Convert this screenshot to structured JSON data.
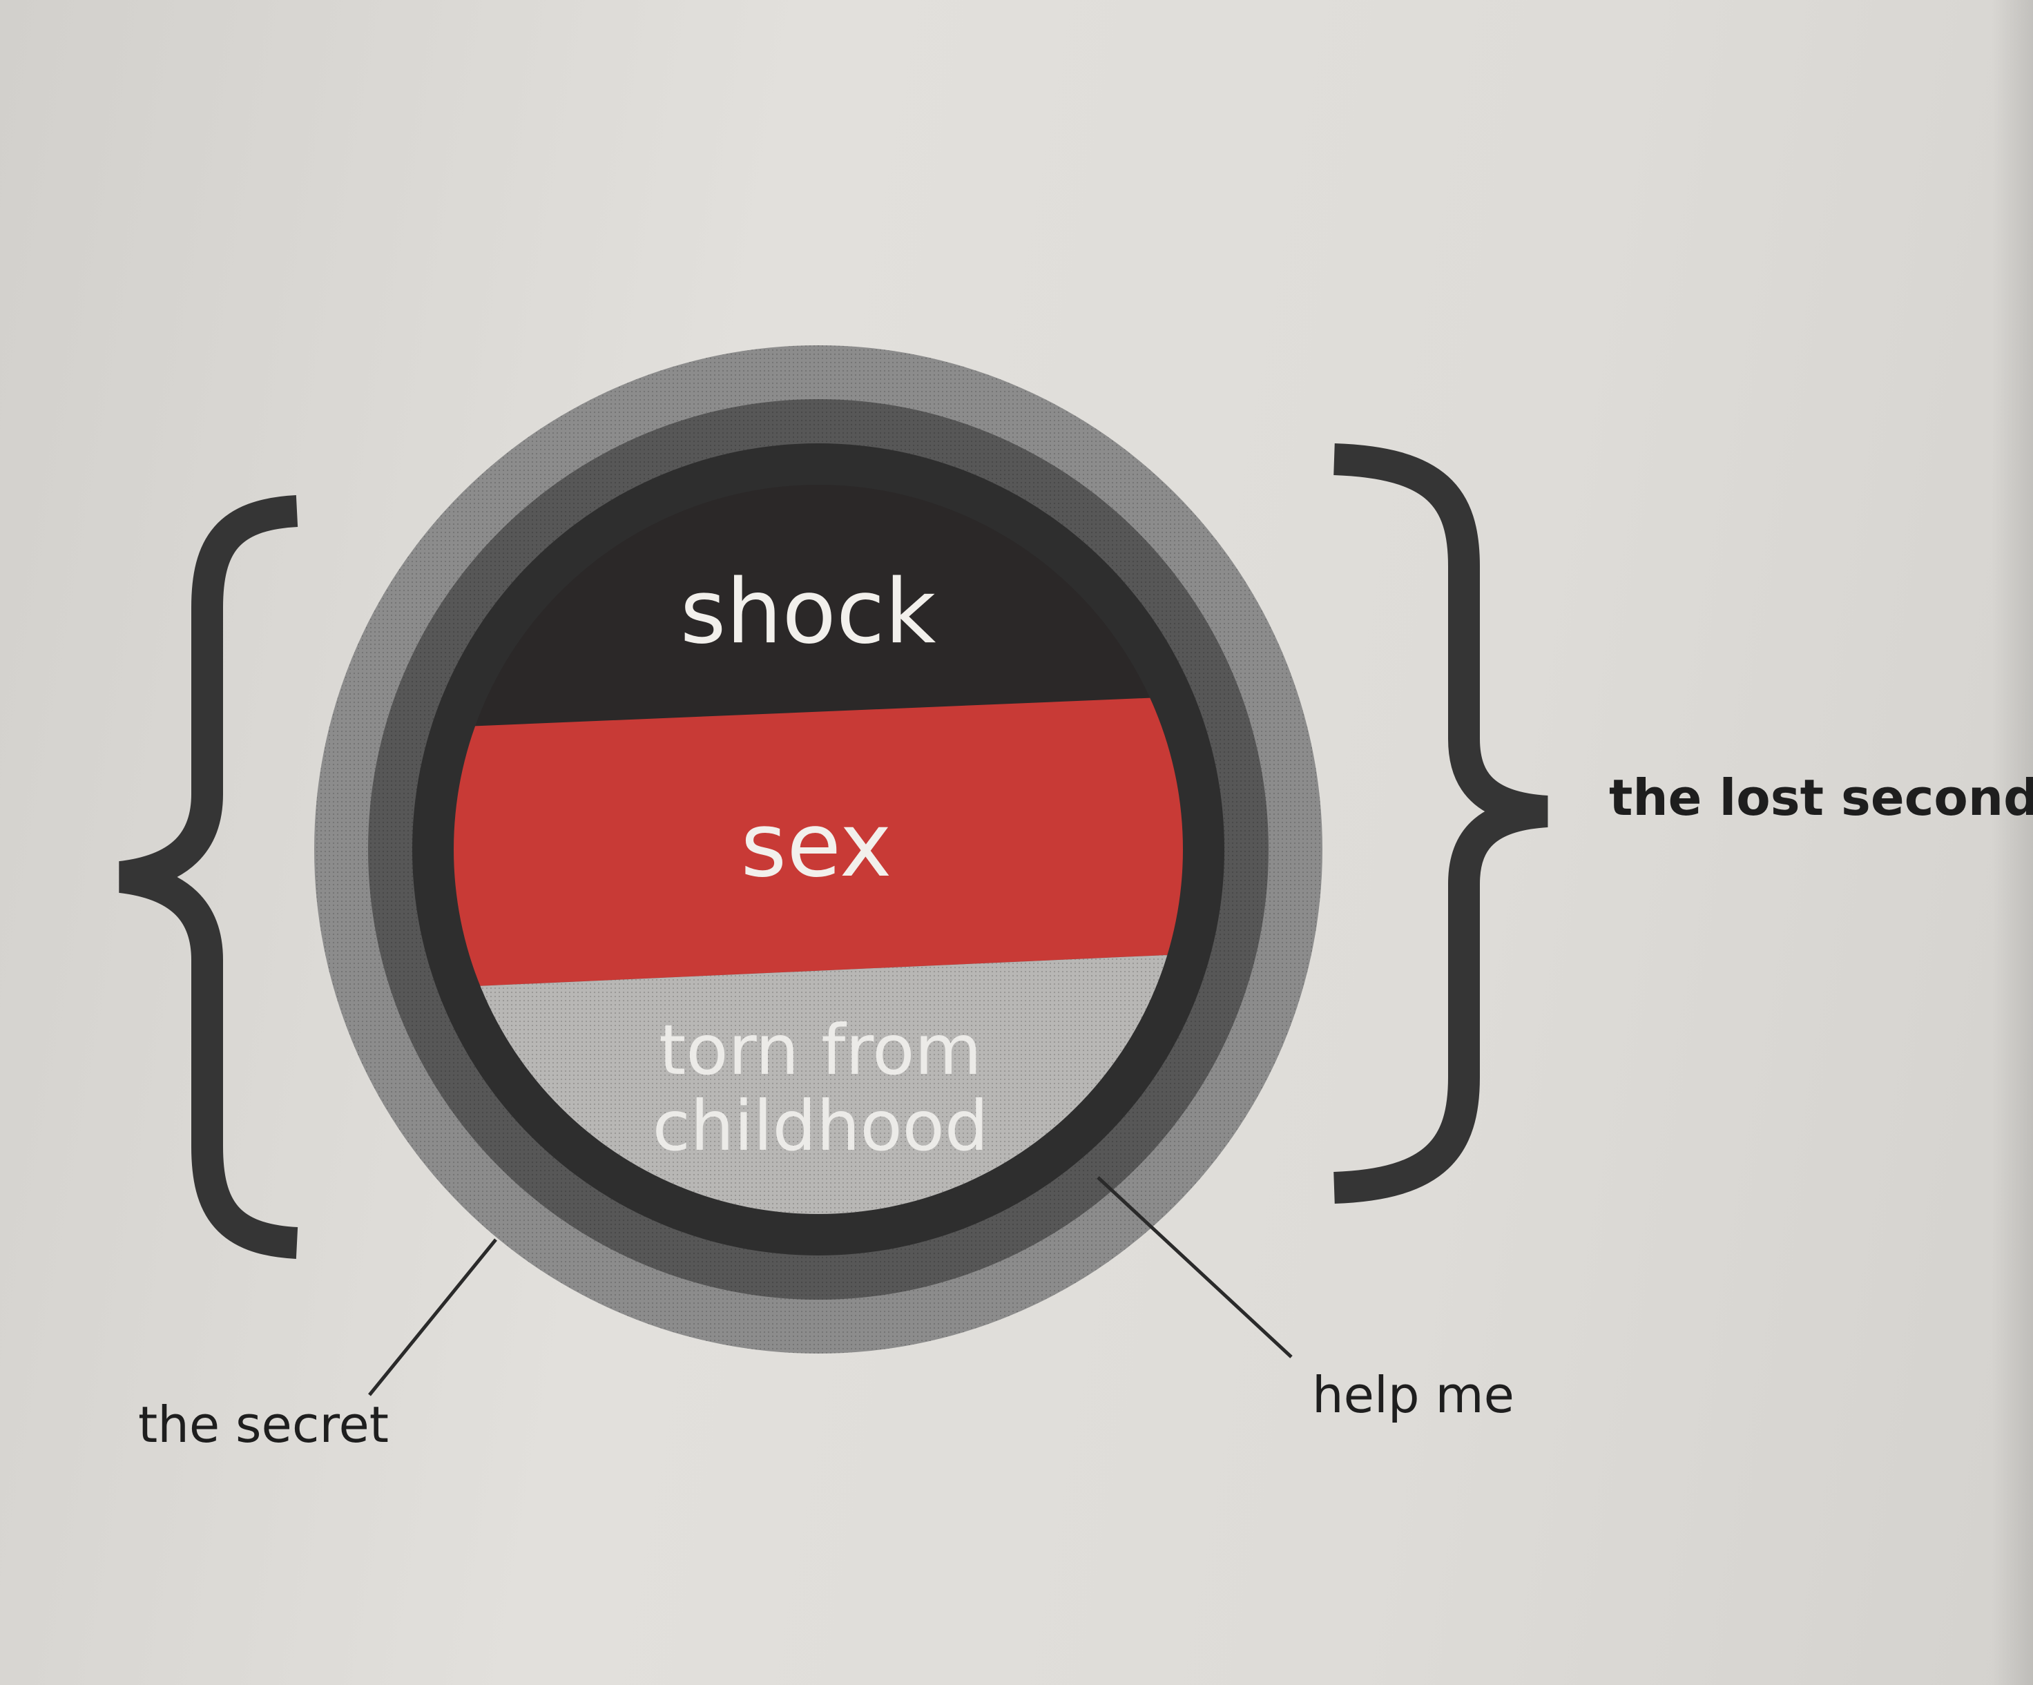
{
  "diagram": {
    "segments": {
      "top": "shock",
      "middle": "sex",
      "bottom_line1": "torn from",
      "bottom_line2": "childhood"
    },
    "labels": {
      "brace_right": "the lost second",
      "ring_outer": "the secret",
      "ring_inner": "help me"
    }
  },
  "colors": {
    "page": "#dedcd8",
    "outer_ring": "#8c8c8c",
    "middle_ring": "#555555",
    "inner_ring": "#2e2e2e",
    "shock_band": "#2b2828",
    "sex_band": "#c83a36",
    "torn_band": "#b8b7b5",
    "text_light": "#f2f0ec",
    "brace": "#353535"
  }
}
